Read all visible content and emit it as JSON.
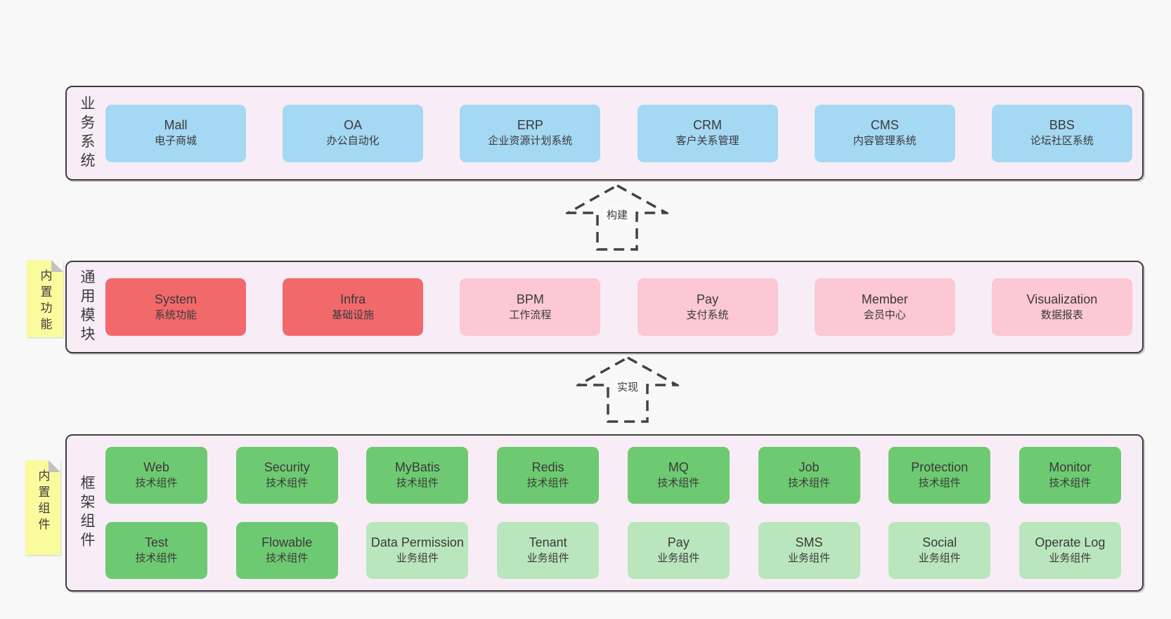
{
  "colors": {
    "page_background": "#f8f8f8",
    "band_background": "#f8edf6",
    "band_border": "#3d3d3d",
    "text": "#3a3a3a",
    "box_blue": "#a5d8f3",
    "box_red": "#f2696c",
    "box_pink": "#fcc8d3",
    "box_green": "#6eca72",
    "box_green_light": "#bae6bd",
    "sticky_yellow": "#fafb9d"
  },
  "bands": [
    {
      "id": "business-systems",
      "label": "业务系统",
      "rows": [
        [
          {
            "title": "Mall",
            "subtitle": "电子商城",
            "variant": "blue"
          },
          {
            "title": "OA",
            "subtitle": "办公自动化",
            "variant": "blue"
          },
          {
            "title": "ERP",
            "subtitle": "企业资源计划系统",
            "variant": "blue"
          },
          {
            "title": "CRM",
            "subtitle": "客户关系管理",
            "variant": "blue"
          },
          {
            "title": "CMS",
            "subtitle": "内容管理系统",
            "variant": "blue"
          },
          {
            "title": "BBS",
            "subtitle": "论坛社区系统",
            "variant": "blue"
          }
        ]
      ]
    },
    {
      "id": "common-modules",
      "label": "通用模块",
      "sticky": "内置功能",
      "rows": [
        [
          {
            "title": "System",
            "subtitle": "系统功能",
            "variant": "red"
          },
          {
            "title": "Infra",
            "subtitle": "基础设施",
            "variant": "red"
          },
          {
            "title": "BPM",
            "subtitle": "工作流程",
            "variant": "pink"
          },
          {
            "title": "Pay",
            "subtitle": "支付系统",
            "variant": "pink"
          },
          {
            "title": "Member",
            "subtitle": "会员中心",
            "variant": "pink"
          },
          {
            "title": "Visualization",
            "subtitle": "数据报表",
            "variant": "pink"
          }
        ]
      ]
    },
    {
      "id": "framework-components",
      "label": "框架组件",
      "sticky": "内置组件",
      "rows": [
        [
          {
            "title": "Web",
            "subtitle": "技术组件",
            "variant": "green"
          },
          {
            "title": "Security",
            "subtitle": "技术组件",
            "variant": "green"
          },
          {
            "title": "MyBatis",
            "subtitle": "技术组件",
            "variant": "green"
          },
          {
            "title": "Redis",
            "subtitle": "技术组件",
            "variant": "green"
          },
          {
            "title": "MQ",
            "subtitle": "技术组件",
            "variant": "green"
          },
          {
            "title": "Job",
            "subtitle": "技术组件",
            "variant": "green"
          },
          {
            "title": "Protection",
            "subtitle": "技术组件",
            "variant": "green"
          },
          {
            "title": "Monitor",
            "subtitle": "技术组件",
            "variant": "green"
          }
        ],
        [
          {
            "title": "Test",
            "subtitle": "技术组件",
            "variant": "green"
          },
          {
            "title": "Flowable",
            "subtitle": "技术组件",
            "variant": "green"
          },
          {
            "title": "Data Permission",
            "subtitle": "业务组件",
            "variant": "green-light"
          },
          {
            "title": "Tenant",
            "subtitle": "业务组件",
            "variant": "green-light"
          },
          {
            "title": "Pay",
            "subtitle": "业务组件",
            "variant": "green-light"
          },
          {
            "title": "SMS",
            "subtitle": "业务组件",
            "variant": "green-light"
          },
          {
            "title": "Social",
            "subtitle": "业务组件",
            "variant": "green-light"
          },
          {
            "title": "Operate Log",
            "subtitle": "业务组件",
            "variant": "green-light"
          }
        ]
      ]
    }
  ],
  "arrows": [
    {
      "label": "构建"
    },
    {
      "label": "实现"
    }
  ]
}
